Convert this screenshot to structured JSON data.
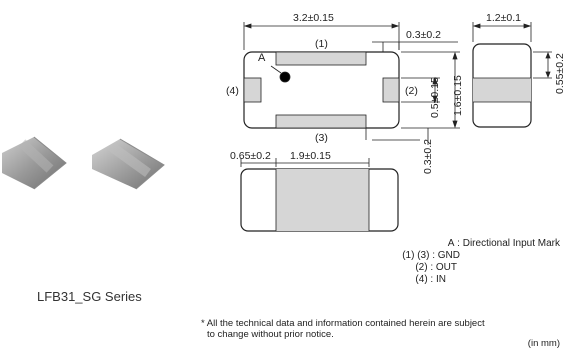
{
  "product": {
    "series_name": "LFB31_SG Series"
  },
  "dimensions": {
    "top_length": "3.2±0.15",
    "side_width": "1.2±0.1",
    "pad_offset_top": "0.3±0.2",
    "pad_gap": "0.5±0.15",
    "body_width": "1.6±0.15",
    "side_height": "0.55±0.2",
    "pad_offset_bottom": "0.3±0.2",
    "end_termination": "0.65±0.2",
    "middle_band": "1.9±0.15"
  },
  "terminals": {
    "t1": "(1)",
    "t2": "(2)",
    "t3": "(3)",
    "t4": "(4)",
    "mark": "A"
  },
  "legend": [
    {
      "key": "A",
      "value": "Directional Input Mark"
    },
    {
      "key": "(1) (3)",
      "value": "GND"
    },
    {
      "key": "(2)",
      "value": "OUT"
    },
    {
      "key": "(4)",
      "value": "IN"
    }
  ],
  "notice": {
    "line1": "* All the technical data and information contained herein are subject",
    "line2": "to change without prior notice."
  },
  "unit": "(in mm)"
}
